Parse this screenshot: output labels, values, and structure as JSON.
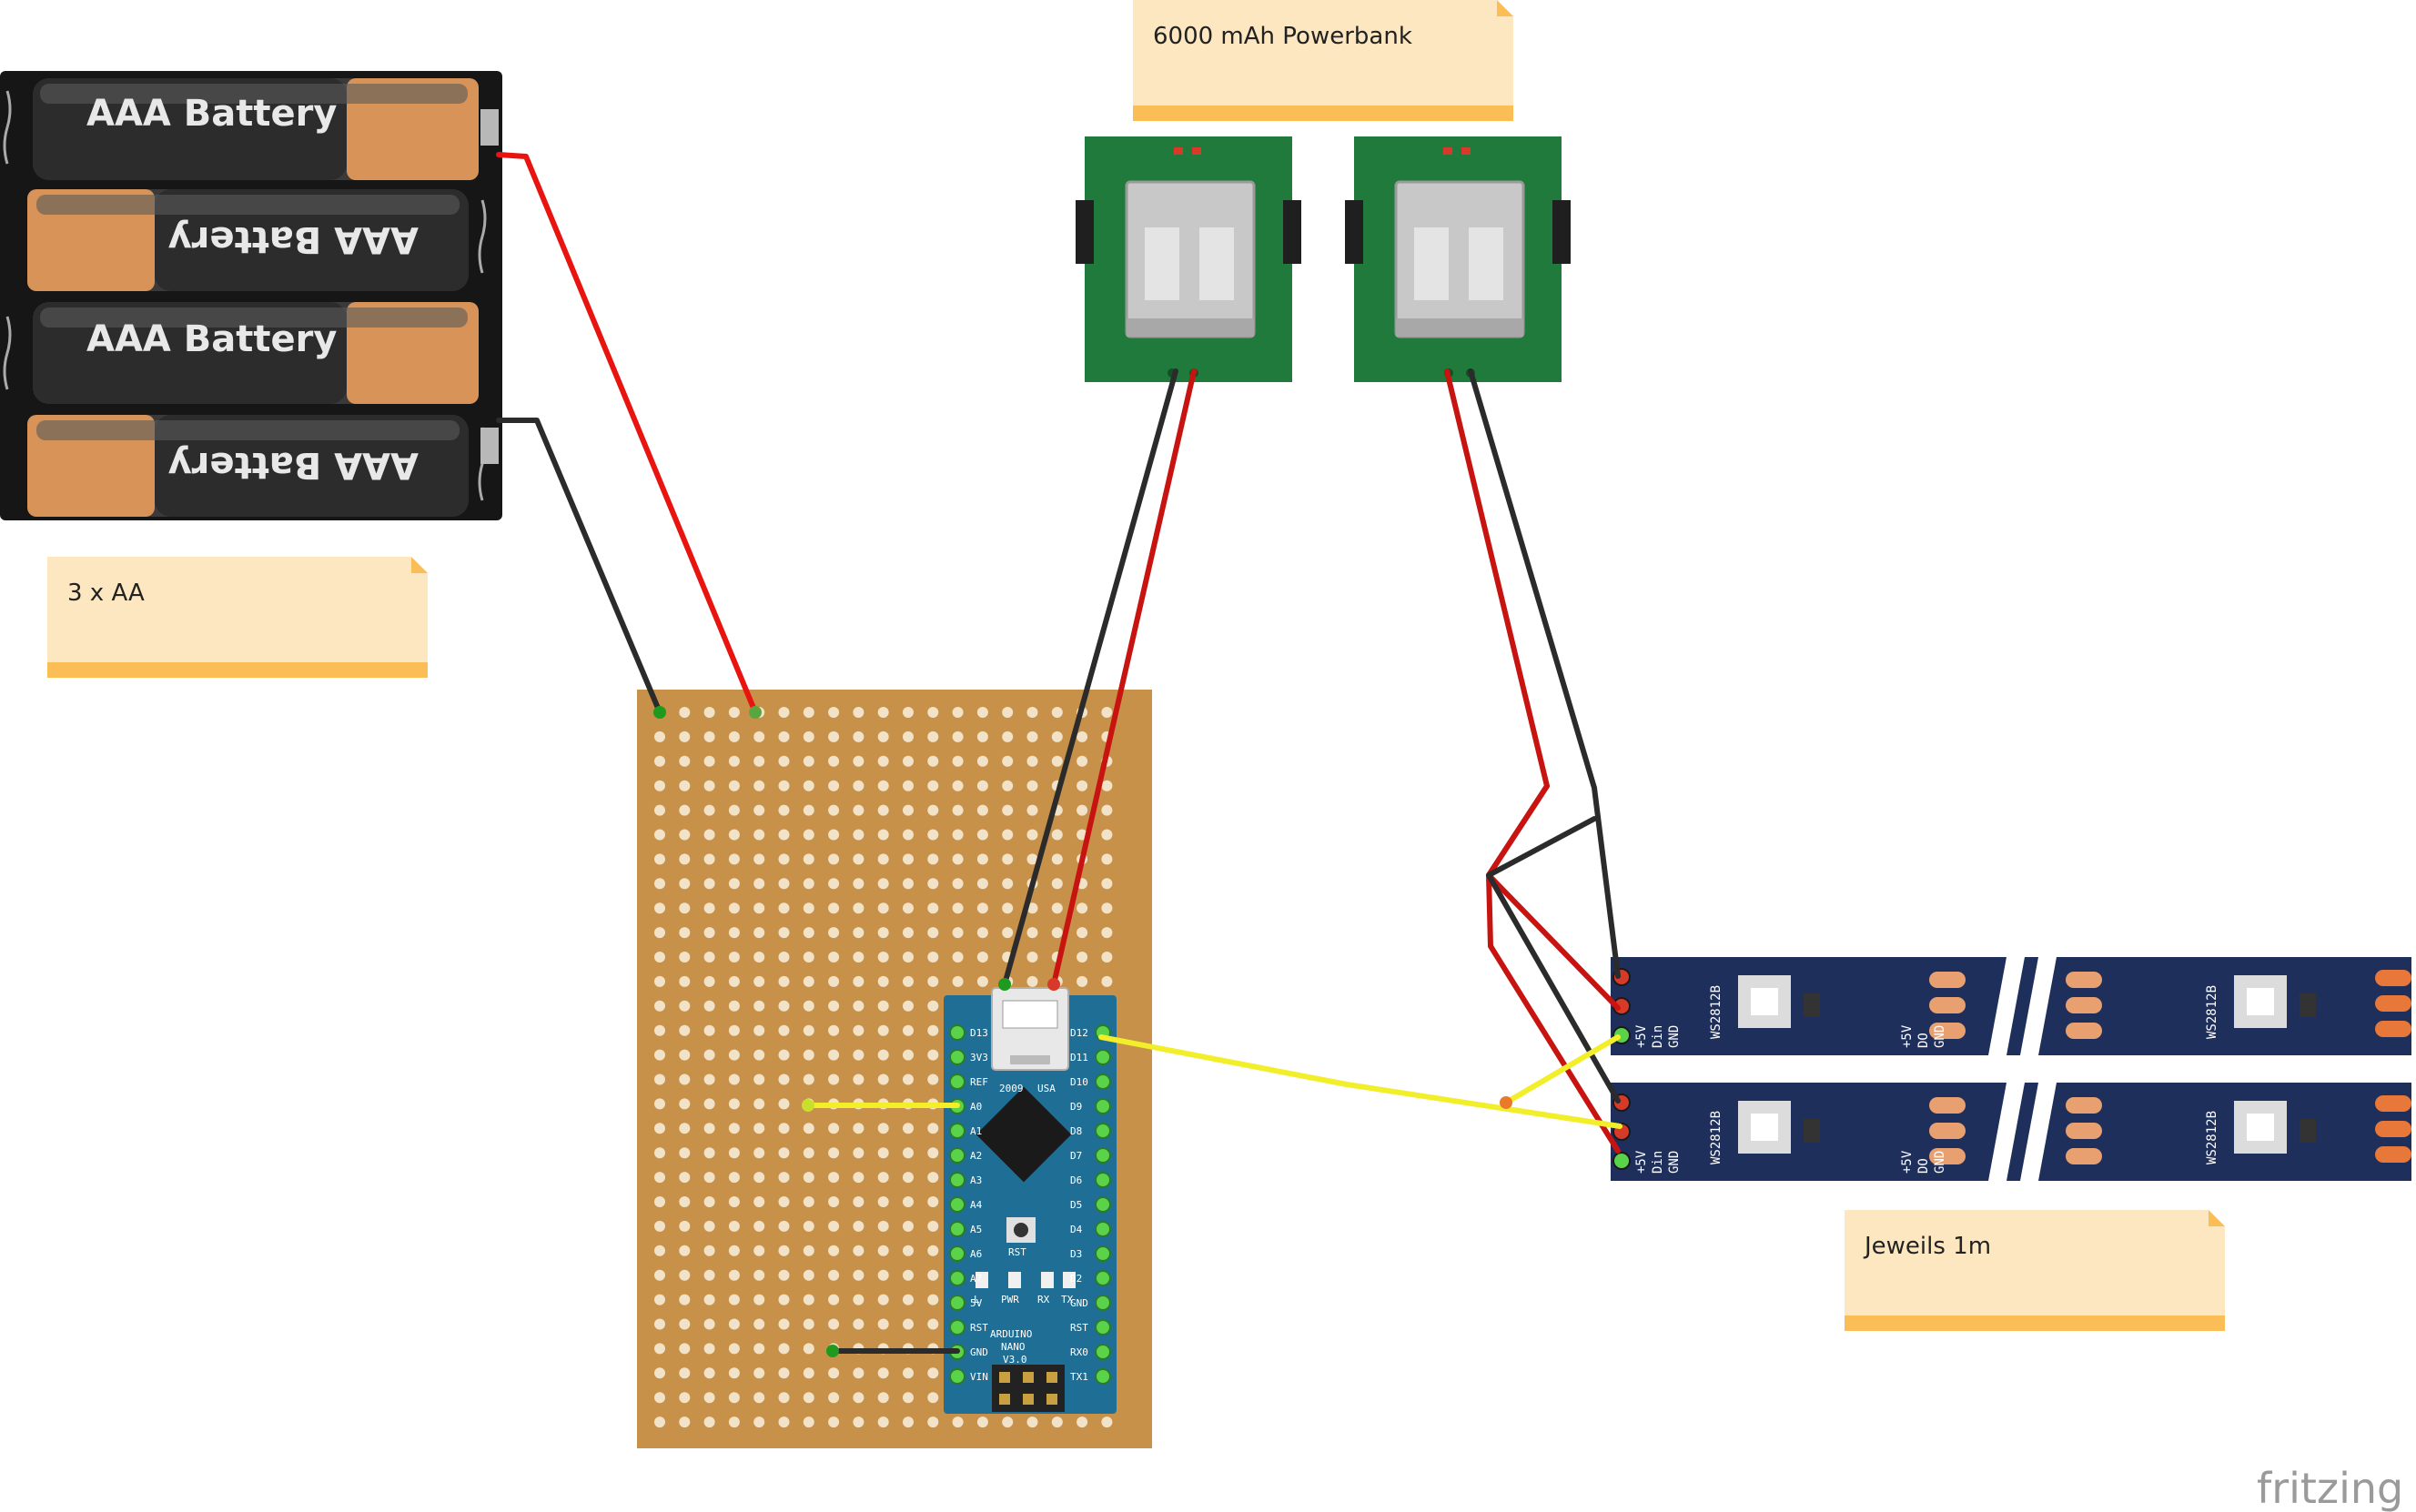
{
  "notes": {
    "powerbank": "6000 mAh Powerbank",
    "batteries": "3 x AA",
    "strips": "Jeweils 1m"
  },
  "battery_label": "AAA Battery",
  "arduino": {
    "brand": "ARDUINO",
    "model": "NANO",
    "version": "V3.0",
    "year": "2009",
    "country": "USA",
    "button": "RST",
    "leds": [
      "L",
      "PWR",
      "RX",
      "TX"
    ],
    "pins_left": [
      "D13",
      "3V3",
      "REF",
      "A0",
      "A1",
      "A2",
      "A3",
      "A4",
      "A5",
      "A6",
      "A7",
      "5V",
      "RST",
      "GND",
      "VIN"
    ],
    "pins_right": [
      "D12",
      "D11",
      "D10",
      "D9",
      "D8",
      "D7",
      "D6",
      "D5",
      "D4",
      "D3",
      "D2",
      "GND",
      "RST",
      "RX0",
      "TX1"
    ]
  },
  "led_strip": {
    "chip": "WS2812B",
    "pins_in": [
      "+5V",
      "Din",
      "GND"
    ],
    "pins_out": [
      "+5V",
      "DO",
      "GND"
    ]
  },
  "logo": "fritzing",
  "colors": {
    "wire_red": "#e8140f",
    "wire_black": "#2b2b2b",
    "wire_yellow": "#f2ee2a",
    "perfboard": "#c8914a",
    "arduino": "#1f6e96",
    "strip": "#1e2f5c",
    "usb_board": "#1f7a3b",
    "note": "#fde7c0",
    "note_bar": "#fbbd55"
  }
}
